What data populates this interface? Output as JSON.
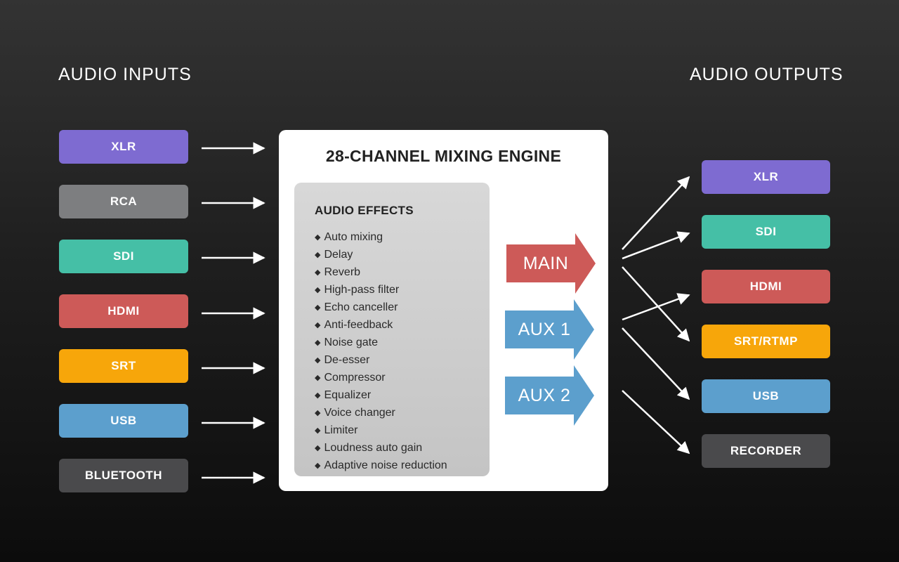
{
  "headings": {
    "inputs": "AUDIO INPUTS",
    "outputs": "AUDIO OUTPUTS"
  },
  "inputs": [
    {
      "label": "XLR",
      "color": "#7e6bd1"
    },
    {
      "label": "RCA",
      "color": "#7d7e80"
    },
    {
      "label": "SDI",
      "color": "#45bfa6"
    },
    {
      "label": "HDMI",
      "color": "#cd5a58"
    },
    {
      "label": "SRT",
      "color": "#f7a60a"
    },
    {
      "label": "USB",
      "color": "#5c9fcd"
    },
    {
      "label": "BLUETOOTH",
      "color": "#4a4a4c"
    }
  ],
  "engine": {
    "title": "28-CHANNEL MIXING ENGINE",
    "effects_title": "AUDIO EFFECTS",
    "effects": [
      "Auto mixing",
      "Delay",
      "Reverb",
      "High-pass filter",
      "Echo canceller",
      "Anti-feedback",
      "Noise gate",
      "De-esser",
      "Compressor",
      "Equalizer",
      "Voice changer",
      "Limiter",
      "Loudness auto gain",
      "Adaptive noise reduction"
    ]
  },
  "buses": [
    {
      "label": "MAIN",
      "color": "#cd5a58"
    },
    {
      "label": "AUX 1",
      "color": "#5c9fcd"
    },
    {
      "label": "AUX 2",
      "color": "#5c9fcd"
    }
  ],
  "outputs": [
    {
      "label": "XLR",
      "color": "#7e6bd1"
    },
    {
      "label": "SDI",
      "color": "#45bfa6"
    },
    {
      "label": "HDMI",
      "color": "#cd5a58"
    },
    {
      "label": "SRT/RTMP",
      "color": "#f7a60a"
    },
    {
      "label": "USB",
      "color": "#5c9fcd"
    },
    {
      "label": "RECORDER",
      "color": "#4a4a4c"
    }
  ],
  "connector_color": "#ffffff"
}
